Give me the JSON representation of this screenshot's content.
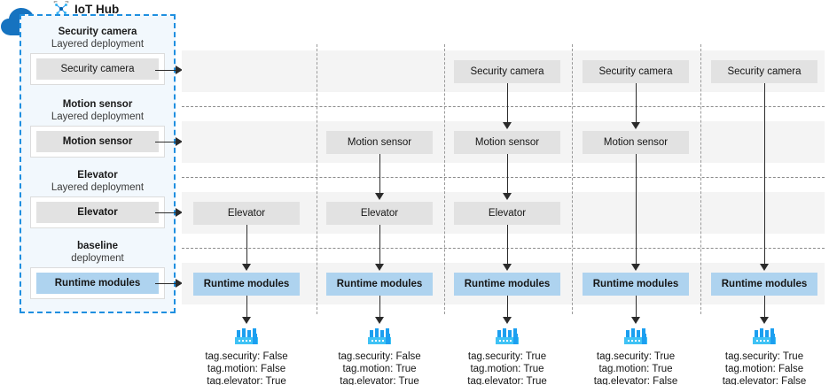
{
  "hub": {
    "title": "IoT Hub",
    "icon": "iot-hub-icon",
    "cloud_icon": "cloud-icon",
    "accent_color": "#1f8fe0",
    "panel_bg": "#f2f8fd",
    "deployments": [
      {
        "name": "Security camera",
        "type": "Layered deployment",
        "module": "Security camera",
        "highlight": false
      },
      {
        "name": "Motion sensor",
        "type": "Layered deployment",
        "module": "Motion sensor",
        "highlight": false
      },
      {
        "name": "Elevator",
        "type": "Layered deployment",
        "module": "Elevator",
        "highlight": false
      },
      {
        "name": "baseline",
        "type": "deployment",
        "module": "Runtime modules",
        "highlight": true
      }
    ]
  },
  "grid": {
    "row_labels": [
      "Security camera",
      "Motion sensor",
      "Elevator",
      "Runtime modules"
    ],
    "columns": [
      {
        "nodes": {
          "security": "",
          "motion": "",
          "elevator": "Elevator",
          "runtime": "Runtime modules"
        },
        "device_icon": "factory-icon",
        "tags": [
          "tag.security: False",
          "tag.motion: False",
          "tag.elevator: True"
        ]
      },
      {
        "nodes": {
          "security": "",
          "motion": "Motion sensor",
          "elevator": "Elevator",
          "runtime": "Runtime modules"
        },
        "device_icon": "factory-icon",
        "tags": [
          "tag.security: False",
          "tag.motion: True",
          "tag.elevator: True"
        ]
      },
      {
        "nodes": {
          "security": "Security camera",
          "motion": "Motion sensor",
          "elevator": "Elevator",
          "runtime": "Runtime modules"
        },
        "device_icon": "factory-icon",
        "tags": [
          "tag.security: True",
          "tag.motion: True",
          "tag.elevator: True"
        ]
      },
      {
        "nodes": {
          "security": "Security camera",
          "motion": "Motion sensor",
          "elevator": "",
          "runtime": "Runtime modules"
        },
        "device_icon": "factory-icon",
        "tags": [
          "tag.security: True",
          "tag.motion: True",
          "tag.elevator: False"
        ]
      },
      {
        "nodes": {
          "security": "Security camera",
          "motion": "",
          "elevator": "",
          "runtime": "Runtime modules"
        },
        "device_icon": "factory-icon",
        "tags": [
          "tag.security: True",
          "tag.motion: False",
          "tag.elevator: False"
        ]
      }
    ]
  },
  "colors": {
    "node_gray": "#e2e2e2",
    "node_blue": "#aed3ef",
    "band_gray": "#f4f4f4",
    "arrow": "#2b2b2b",
    "cloud_blue": "#1673c0",
    "factory_blue": "#0f9bf0"
  }
}
